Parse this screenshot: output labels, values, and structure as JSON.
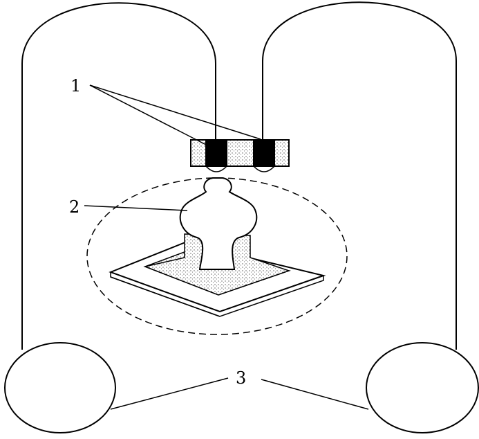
{
  "labels": {
    "one": "1",
    "two": "2",
    "three": "3"
  },
  "colors": {
    "stroke": "#000000",
    "background": "#ffffff",
    "dark_block": "#000000",
    "stipple": "#cfcfcf"
  }
}
